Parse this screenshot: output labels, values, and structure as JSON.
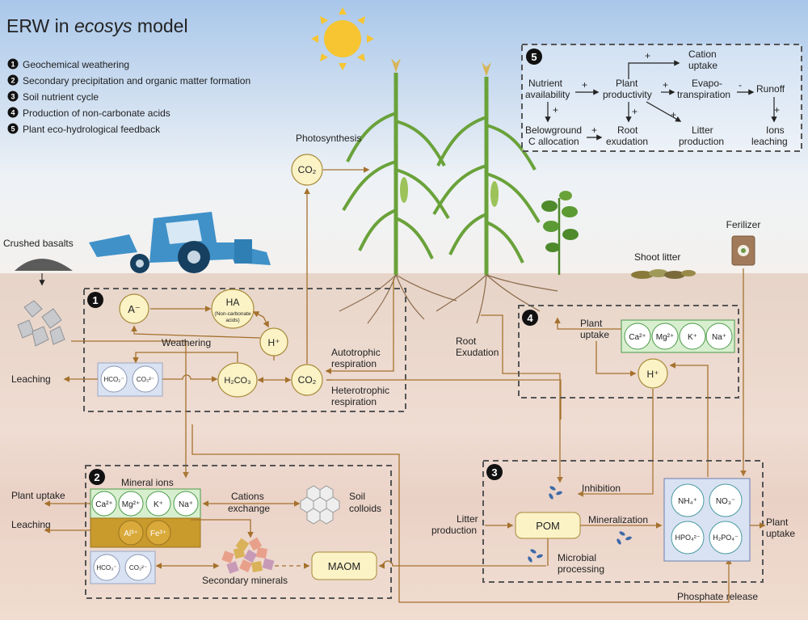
{
  "title": {
    "prefix": "ERW in ",
    "italic": "ecosys",
    "suffix": " model"
  },
  "legend": [
    {
      "num": "1",
      "text": "Geochemical weathering"
    },
    {
      "num": "2",
      "text": "Secondary precipitation and organic matter formation"
    },
    {
      "num": "3",
      "text": "Soil nutrient cycle"
    },
    {
      "num": "4",
      "text": "Production of non-carbonate acids"
    },
    {
      "num": "5",
      "text": "Plant eco-hydrological feedback"
    }
  ],
  "labels": {
    "crushed_basalts": "Crushed basalts",
    "photosynthesis": "Photosynthesis",
    "shoot_litter": "Shoot litter",
    "fertilizer": "Ferilizer",
    "weathering": "Weathering",
    "leaching": "Leaching",
    "autotrophic_1": "Autotrophic",
    "autotrophic_2": "respiration",
    "heterotrophic_1": "Heterotrophic",
    "heterotrophic_2": "respiration",
    "root_exudation_1": "Root",
    "root_exudation_2": "Exudation",
    "plant_uptake": "Plant uptake",
    "plant_uptake_4a": "Plant",
    "plant_uptake_4b": "uptake",
    "mineral_ions": "Mineral ions",
    "cations_exchange_1": "Cations",
    "cations_exchange_2": "exchange",
    "soil_colloids_1": "Soil",
    "soil_colloids_2": "colloids",
    "secondary_minerals": "Secondary minerals",
    "litter_production_1": "Litter",
    "litter_production_2": "production",
    "inhibition": "Inhibition",
    "mineralization": "Mineralization",
    "microbial_1": "Microbial",
    "microbial_2": "processing",
    "plant_uptake_3a": "Plant",
    "plant_uptake_3b": "uptake",
    "phosphate_release": "Phosphate release"
  },
  "nodes": {
    "co2_photo": "CO₂",
    "a_minus": "A⁻",
    "ha": "HA",
    "ha_sub": "(Non-carbonate",
    "ha_sub2": "acids)",
    "h_plus_1": "H⁺",
    "h2co3": "H₂CO₃",
    "co2_soil": "CO₂",
    "hco2": "HCO₂⁻",
    "co3_1": "CO₃²⁻",
    "ca": "Ca²⁺",
    "mg": "Mg²⁺",
    "k": "K⁺",
    "na": "Na⁺",
    "al": "Al³⁺",
    "fe": "Fe³⁺",
    "hco3": "HCO₃⁻",
    "co3_2": "CO₃²⁻",
    "maom": "MAOM",
    "pom": "POM",
    "nh4": "NH₄⁺",
    "no3": "NO₃⁻",
    "hpo4": "HPO₄²⁻",
    "h2po4": "H₂PO₄⁻",
    "h_plus_4": "H⁺",
    "ca4": "Ca²⁺",
    "mg4": "Mg²⁺",
    "k4": "K⁺",
    "na4": "Na⁺"
  },
  "feedback": {
    "nutrient_1": "Nutrient",
    "nutrient_2": "availability",
    "productivity_1": "Plant",
    "productivity_2": "productivity",
    "cation_1": "Cation",
    "cation_2": "uptake",
    "evapo_1": "Evapo-",
    "evapo_2": "transpiration",
    "runoff": "Runoff",
    "below_1": "Belowground",
    "below_2": "C allocation",
    "root_1": "Root",
    "root_2": "exudation",
    "litter_1": "Litter",
    "litter_2": "production",
    "ions_1": "Ions",
    "ions_2": "leaching",
    "signs": [
      "+",
      "+",
      "+",
      "-",
      "+",
      "-",
      "+",
      "+",
      "+"
    ]
  },
  "colors": {
    "arrow": "#a5712d",
    "node_fill": "#fbf3c6",
    "node_stroke": "#a88a3a",
    "green_box": "#d8efcf",
    "green_stroke": "#4a9a48",
    "gold_box": "#c99a2c",
    "blue_box": "#d9e2f2",
    "sky_top": "#a9c7ea",
    "soil": "#e6d2c6",
    "tractor": "#3f91c8",
    "sun": "#f6c531"
  },
  "icons": [
    "sun-icon",
    "tractor-icon",
    "corn-plant-icon",
    "soybean-plant-icon",
    "basalt-pile-icon",
    "rock-crystals-icon",
    "fertilizer-bag-icon",
    "shoot-litter-icon",
    "soil-colloids-icon",
    "secondary-minerals-icon",
    "microbe-icon"
  ]
}
